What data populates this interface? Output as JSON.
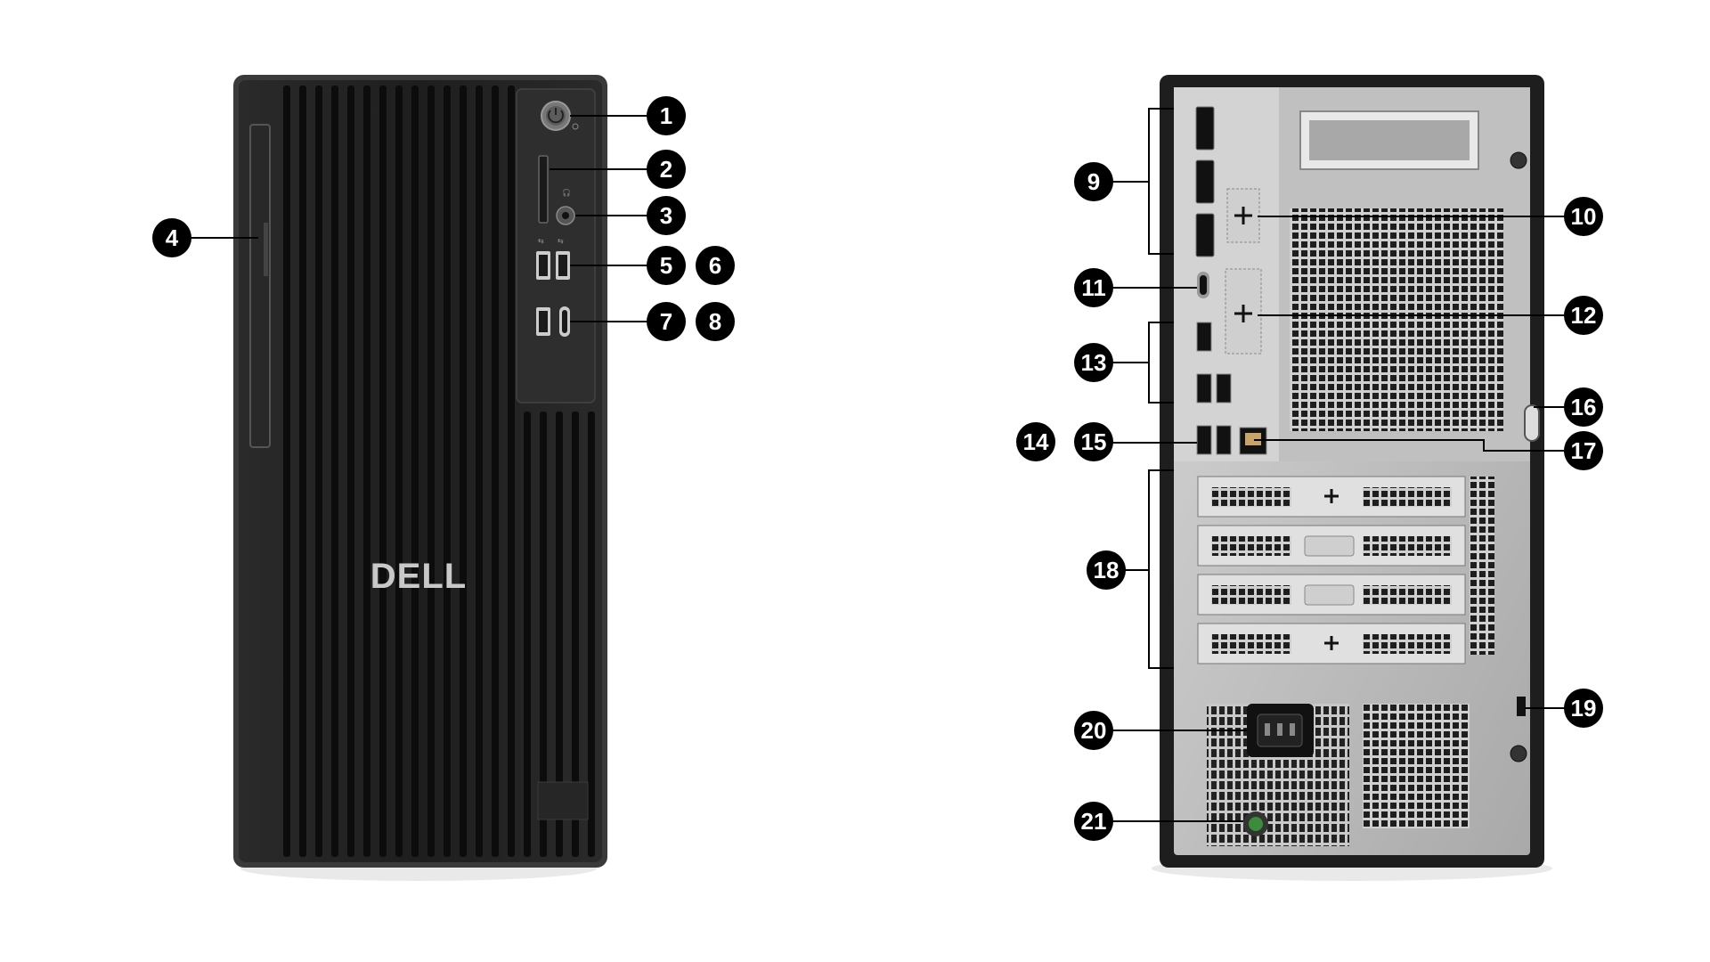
{
  "front_view": {
    "logo": "DELL",
    "callouts": [
      "1",
      "2",
      "3",
      "4",
      "5",
      "6",
      "7",
      "8"
    ]
  },
  "rear_view": {
    "callouts": [
      "9",
      "10",
      "11",
      "12",
      "13",
      "14",
      "15",
      "16",
      "17",
      "18",
      "19",
      "20",
      "21"
    ]
  },
  "colors": {
    "chassis": "#1c1c1c",
    "panel": "#2c2c2c",
    "metal": "#bfbfbf",
    "callout_fill": "#000000",
    "callout_text": "#ffffff",
    "leader": "#000000"
  }
}
